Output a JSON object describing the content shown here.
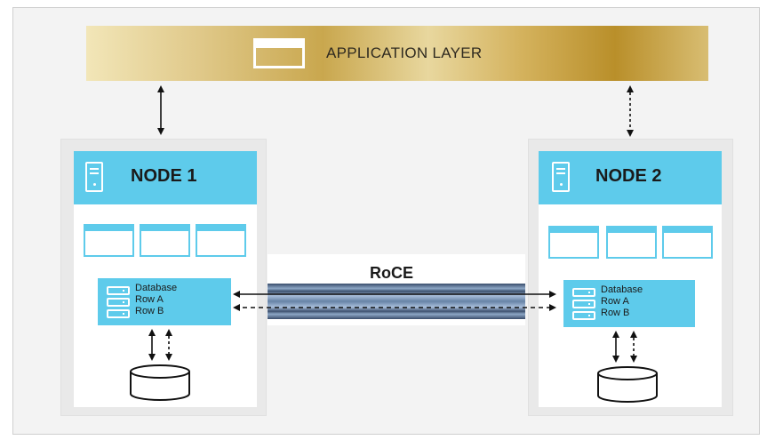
{
  "application_layer": {
    "title": "APPLICATION LAYER",
    "icon": "window-icon"
  },
  "nodes": [
    {
      "title": "NODE 1",
      "icon": "server-icon",
      "database": {
        "lines": [
          "Database",
          "Row A",
          "Row B"
        ],
        "icon": "database-stack-icon"
      },
      "storage_icon": "disk-cylinder-icon"
    },
    {
      "title": "NODE 2",
      "icon": "server-icon",
      "database": {
        "lines": [
          "Database",
          "Row A",
          "Row B"
        ],
        "icon": "database-stack-icon"
      },
      "storage_icon": "disk-cylinder-icon"
    }
  ],
  "interconnect": {
    "label": "RoCE"
  },
  "colors": {
    "node_accent": "#5ecbeb",
    "gold_band": "#c9a74e",
    "tube_dark": "#3a4d6b",
    "tube_light": "#a9bfdb"
  }
}
